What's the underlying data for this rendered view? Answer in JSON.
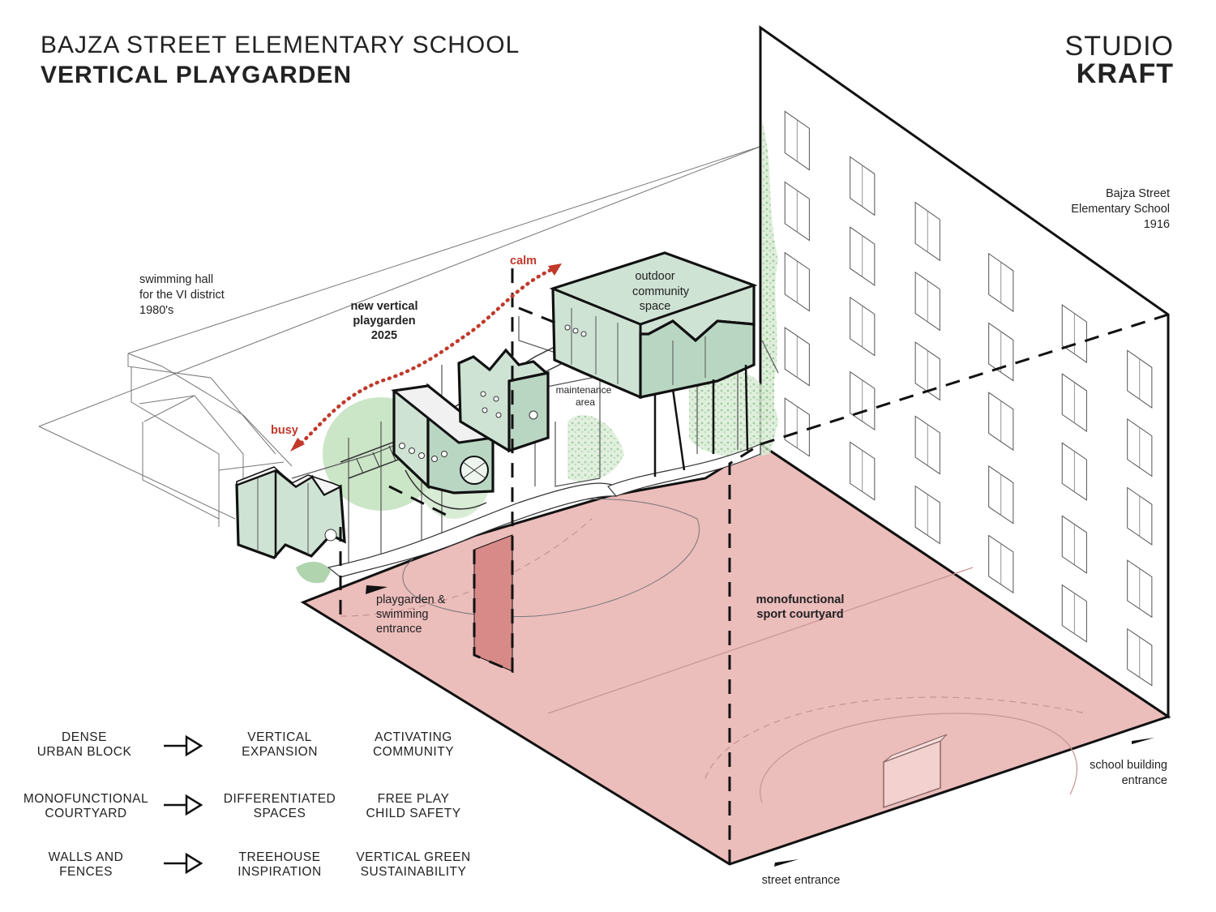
{
  "header": {
    "line1": "BAJZA STREET ELEMENTARY SCHOOL",
    "line2": "VERTICAL PLAYGARDEN"
  },
  "logo": {
    "line1": "STUDIO",
    "line2": "KRAFT"
  },
  "school_label": [
    "Bajza Street",
    "Elementary School",
    "1916"
  ],
  "swimming_label": [
    "swimming hall",
    "for the VI district",
    "1980's"
  ],
  "playgarden_label": [
    "new vertical",
    "playgarden",
    "2025"
  ],
  "community_label": [
    "outdoor",
    "community",
    "space"
  ],
  "maintenance_label": [
    "maintenance",
    "area"
  ],
  "calm_label": "calm",
  "busy_label": "busy",
  "entrance_label": [
    "playgarden &",
    "swimming",
    "entrance"
  ],
  "courtyard_label": [
    "monofunctional",
    "sport courtyard"
  ],
  "school_entrance_label": [
    "school building",
    "entrance"
  ],
  "street_entrance_label": "street entrance",
  "legend": [
    {
      "from": [
        "DENSE",
        "URBAN BLOCK"
      ],
      "to": [
        "VERTICAL",
        "EXPANSION"
      ],
      "result": [
        "ACTIVATING",
        "COMMUNITY"
      ]
    },
    {
      "from": [
        "MONOFUNCTIONAL",
        "COURTYARD"
      ],
      "to": [
        "DIFFERENTIATED",
        "SPACES"
      ],
      "result": [
        "FREE PLAY",
        "CHILD SAFETY"
      ]
    },
    {
      "from": [
        "WALLS AND",
        "FENCES"
      ],
      "to": [
        "TREEHOUSE",
        "INSPIRATION"
      ],
      "result": [
        "VERTICAL GREEN",
        "SUSTAINABILITY"
      ]
    }
  ],
  "colors": {
    "courtyard": "#ebbdbb",
    "accent_red": "#c0392b",
    "green_box": "#cfe3d5",
    "vegetation": "#9bc99a"
  }
}
